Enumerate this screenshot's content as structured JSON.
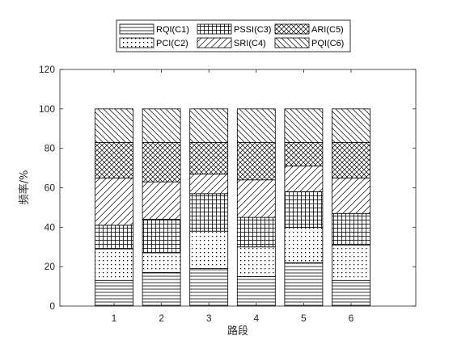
{
  "chart_data": {
    "type": "bar",
    "stacked": true,
    "title": "",
    "xlabel": "路段",
    "ylabel": "频率/%",
    "ylim": [
      0,
      120
    ],
    "yticks": [
      0,
      20,
      40,
      60,
      80,
      100,
      120
    ],
    "categories": [
      "1",
      "2",
      "3",
      "4",
      "5",
      "6"
    ],
    "grid": false,
    "legend_position": "top",
    "series": [
      {
        "name": "RQI(C1)",
        "pattern": "horizontal-lines",
        "values": [
          13,
          17,
          19,
          15,
          22,
          13
        ]
      },
      {
        "name": "PCI(C2)",
        "pattern": "dots",
        "values": [
          16,
          10,
          19,
          15,
          18,
          18
        ]
      },
      {
        "name": "PSSI(C3)",
        "pattern": "grid",
        "values": [
          12,
          17,
          19,
          15,
          18,
          16
        ]
      },
      {
        "name": "SRI(C4)",
        "pattern": "diagonal-up",
        "values": [
          24,
          19,
          10,
          19,
          13,
          18
        ]
      },
      {
        "name": "ARI(C5)",
        "pattern": "crosshatch",
        "values": [
          18,
          20,
          16,
          19,
          12,
          18
        ]
      },
      {
        "name": "PQI(C6)",
        "pattern": "diagonal-down",
        "values": [
          17,
          17,
          17,
          17,
          17,
          17
        ]
      }
    ]
  }
}
